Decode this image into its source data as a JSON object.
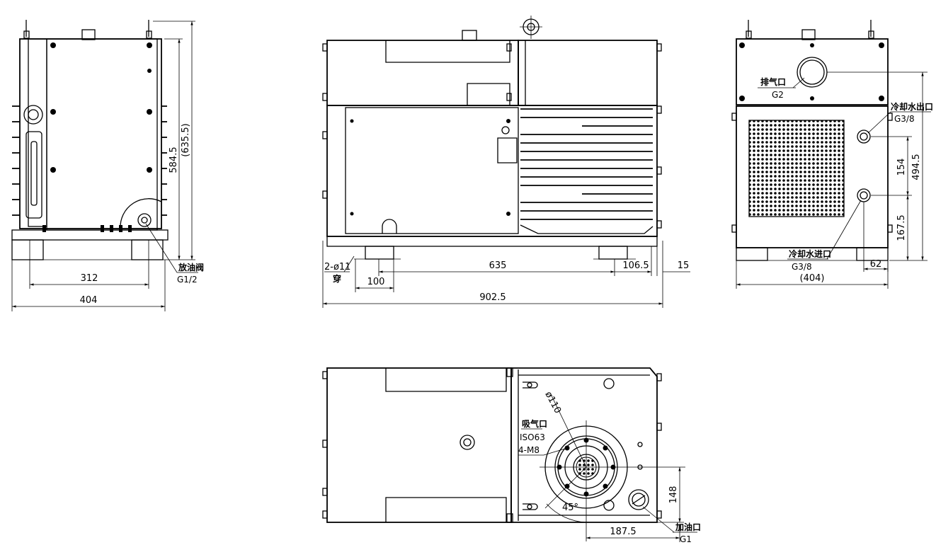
{
  "dimensions": {
    "d312": "312",
    "d404_left": "404",
    "d584_5": "584.5",
    "d635_5": "(635.5)",
    "d635": "635",
    "d106_5": "106.5",
    "d15": "15",
    "d100": "100",
    "d902_5": "902.5",
    "d154": "154",
    "d494_5": "494.5",
    "d167_5": "167.5",
    "d62": "62",
    "d404_right": "(404)",
    "d148": "148",
    "d187_5": "187.5",
    "d45": "45°",
    "d110": "ø110"
  },
  "labels": {
    "drain_valve": "放油阀",
    "drain_valve_thread": "G1/2",
    "holes": "2-ø11",
    "holes_note": "穿",
    "exhaust": "排气口",
    "exhaust_thread": "G2",
    "water_out": "冷却水出口",
    "water_out_thread": "G3/8",
    "water_in": "冷却水进口",
    "water_in_thread": "G3/8",
    "intake": "吸气口",
    "intake_flange": "ISO63",
    "bolts": "4-M8",
    "oil_fill": "加油口",
    "oil_fill_thread": "G1"
  }
}
